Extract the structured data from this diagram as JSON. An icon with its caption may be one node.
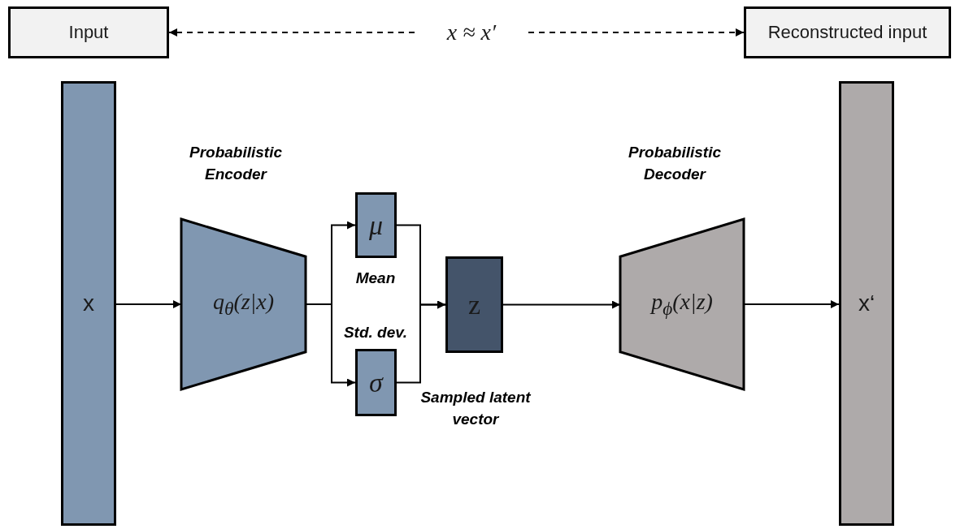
{
  "diagram": {
    "nodes": [
      {
        "text": [
          "Input"
        ]
      },
      {
        "text": [
          "Reconstructed input"
        ]
      },
      {
        "text": [
          "x ≈ x′"
        ]
      },
      {
        "text": [
          "x"
        ]
      },
      {
        "text": [
          "q$_{θ}$(z|x)"
        ],
        "beside": [
          "Probabilistic Encoder"
        ]
      },
      {
        "text": [
          "μ"
        ],
        "beside": [
          "Mean"
        ]
      },
      {
        "text": [
          "σ"
        ],
        "beside": [
          "Std. dev."
        ]
      },
      {
        "text": [
          "z"
        ],
        "beside": [
          "Sampled latent vector"
        ]
      },
      {
        "text": [
          "p$_{ϕ}$(x|z)"
        ],
        "beside": [
          "Probabilistic Decoder"
        ]
      },
      {
        "text": [
          "x‘"
        ]
      }
    ],
    "edges": [
      {
        "from": 2,
        "to": 0,
        "arrow": "to",
        "style": "dashed"
      },
      {
        "from": 2,
        "to": 1,
        "arrow": "to",
        "style": "dashed"
      },
      {
        "from": 3,
        "to": 4,
        "arrow": "to"
      },
      {
        "from": 4,
        "to": 5,
        "arrow": "to"
      },
      {
        "from": 4,
        "to": 6,
        "arrow": "to"
      },
      {
        "from": 5,
        "to": 7,
        "arrow": "to"
      },
      {
        "from": 6,
        "to": 7,
        "arrow": "to"
      },
      {
        "from": 7,
        "to": 8,
        "arrow": "to"
      },
      {
        "from": 8,
        "to": 9,
        "arrow": "to"
      }
    ]
  }
}
